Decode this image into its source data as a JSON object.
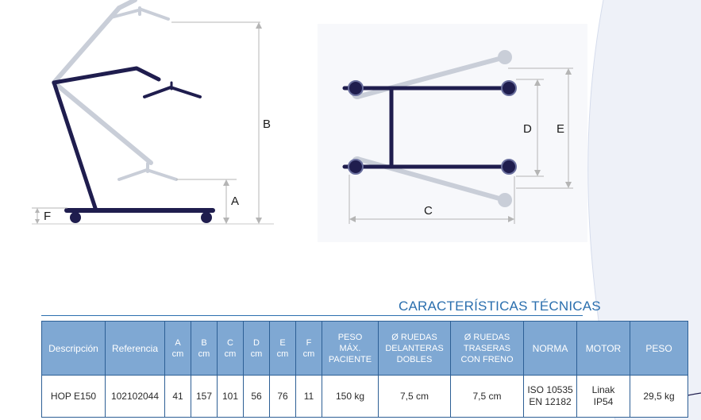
{
  "colors": {
    "title": "#2b6fae",
    "header_bg": "#7fa8d3",
    "header_text": "#ffffff",
    "border": "#2d5f95",
    "lift_dark": "#1f1d4e",
    "lift_ghost": "#c9ced8",
    "background_shape": "#e9edf6"
  },
  "diagrams": {
    "side_view": {
      "labels": {
        "A": "A",
        "B": "B",
        "F": "F"
      }
    },
    "top_view": {
      "labels": {
        "C": "C",
        "D": "D",
        "E": "E"
      }
    }
  },
  "section_title": "CARACTERÍSTICAS TÉCNICAS",
  "table": {
    "headers": {
      "descripcion": "Descripción",
      "referencia": "Referencia",
      "a": "A\ncm",
      "b": "B\ncm",
      "c": "C\ncm",
      "d": "D\ncm",
      "e": "E\ncm",
      "f": "F\ncm",
      "peso_max": "PESO\nMÁX.\nPACIENTE",
      "ruedas_delanteras": "Ø RUEDAS\nDELANTERAS\nDOBLES",
      "ruedas_traseras": "Ø RUEDAS\nTRASERAS\nCON FRENO",
      "norma": "NORMA",
      "motor": "MOTOR",
      "peso": "PESO"
    },
    "row": {
      "descripcion": "HOP E150",
      "referencia": "102102044",
      "a": "41",
      "b": "157",
      "c": "101",
      "d": "56",
      "e": "76",
      "f": "11",
      "peso_max": "150 kg",
      "ruedas_delanteras": "7,5 cm",
      "ruedas_traseras": "7,5 cm",
      "norma": "ISO 10535\nEN 12182",
      "motor": "Linak\nIP54",
      "peso": "29,5 kg"
    }
  }
}
